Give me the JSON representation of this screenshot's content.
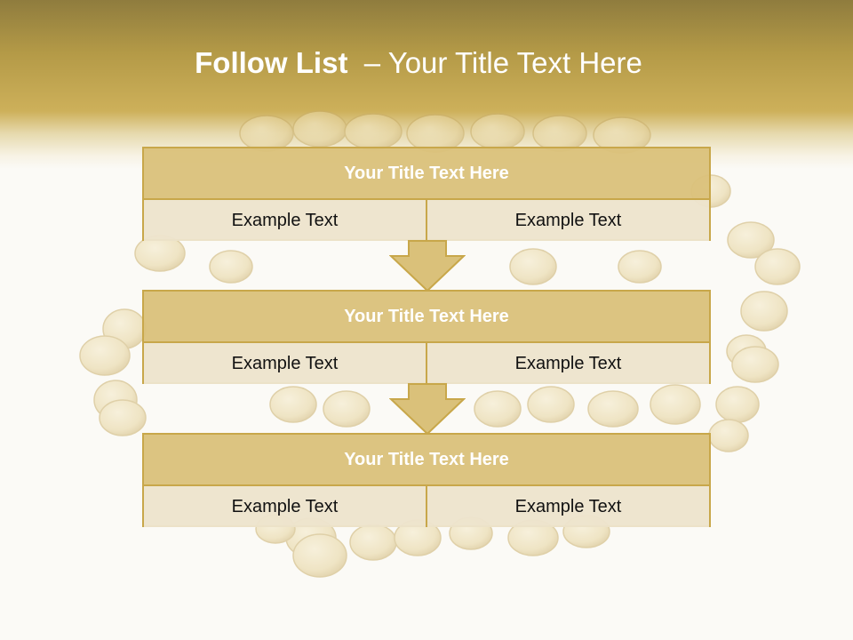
{
  "slide": {
    "title_bold": "Follow List",
    "title_rest": "  – Your Title Text Here"
  },
  "blocks": [
    {
      "title": "Your Title Text Here",
      "left": "Example Text",
      "right": "Example Text"
    },
    {
      "title": "Your Title Text Here",
      "left": "Example Text",
      "right": "Example Text"
    },
    {
      "title": "Your Title Text Here",
      "left": "Example Text",
      "right": "Example Text"
    }
  ],
  "colors": {
    "header_gold": "#cdb05a",
    "box_border": "#c8a74a",
    "box_title_fill": "#dac17a",
    "box_row_fill": "#ede4cd",
    "title_text": "#ffffff"
  }
}
